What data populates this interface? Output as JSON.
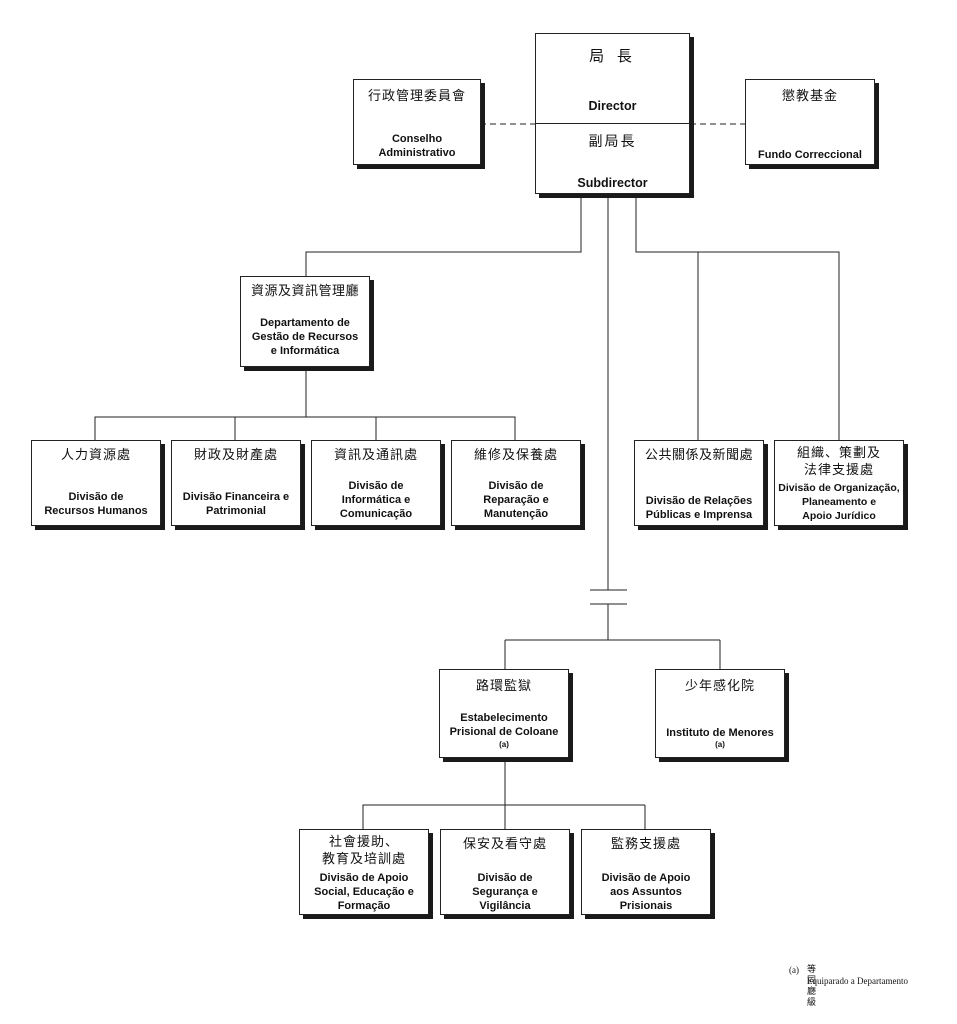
{
  "director": {
    "zh": "局 長",
    "pt": "Director"
  },
  "subdirector": {
    "zh": "副局長",
    "pt": "Subdirector"
  },
  "conselho": {
    "zh": "行政管理委員會",
    "pt": "Conselho\nAdministrativo"
  },
  "fundo": {
    "zh": "懲教基金",
    "pt": "Fundo Correccional"
  },
  "dgrri": {
    "zh": "資源及資訊管理廳",
    "pt": "Departamento de\nGestão de Recursos\ne Informática"
  },
  "drh": {
    "zh": "人力資源處",
    "pt": "Divisão de\nRecursos Humanos"
  },
  "dfp": {
    "zh": "財政及財產處",
    "pt": "Divisão Financeira e\nPatrimonial"
  },
  "dic": {
    "zh": "資訊及通訊處",
    "pt": "Divisão de\nInformática e\nComunicação"
  },
  "drm": {
    "zh": "維修及保養處",
    "pt": "Divisão de\nReparação e\nManutenção"
  },
  "drpi": {
    "zh": "公共關係及新聞處",
    "pt": "Divisão de Relações\nPúblicas e Imprensa"
  },
  "dopaj": {
    "zh": "組織、策劃及\n法律支援處",
    "pt": "Divisão de Organização,\nPlaneamento e\nApoio Jurídico"
  },
  "epc": {
    "zh": "路環監獄",
    "pt": "Estabelecimento\nPrisional de Coloane",
    "note": "(a)"
  },
  "im": {
    "zh": "少年感化院",
    "pt": "Instituto de Menores",
    "note": "(a)"
  },
  "dasef": {
    "zh": "社會援助、\n教育及培訓處",
    "pt": "Divisão de Apoio\nSocial, Educação e\nFormação"
  },
  "dsv": {
    "zh": "保安及看守處",
    "pt": "Divisão de\nSegurança e\nVigilância"
  },
  "daap": {
    "zh": "監務支援處",
    "pt": "Divisão de Apoio\naos Assuntos\nPrisionais"
  },
  "legend": {
    "mark": "(a)",
    "zh": "等同廳級",
    "pt": "Equiparado a Departamento"
  }
}
